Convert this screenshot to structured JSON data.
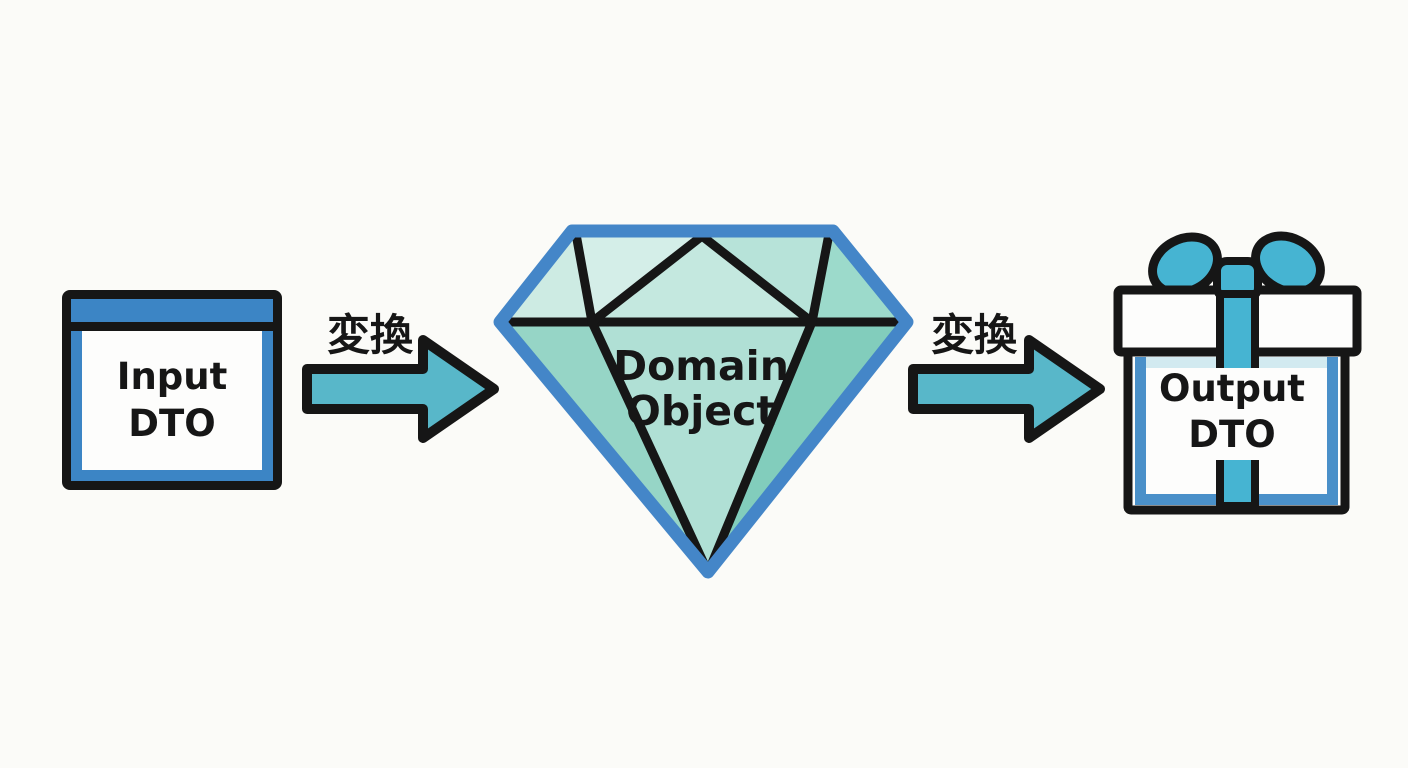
{
  "diagram": {
    "title_implied": "DTO to Domain Object transformation flow",
    "input_dto": {
      "line1": "Input",
      "line2": "DTO"
    },
    "transform_left": {
      "label": "変換"
    },
    "domain_object": {
      "line1": "Domain",
      "line2": "Object"
    },
    "transform_right": {
      "label": "変換"
    },
    "output_dto": {
      "line1": "Output",
      "line2": "DTO"
    },
    "icons": {
      "input": "window-icon",
      "center": "gem-icon",
      "arrows": "arrow-right-icon",
      "output": "gift-icon"
    },
    "colors": {
      "background": "#fbfbf8",
      "outline_black": "#161616",
      "frame_blue": "#3c85c5",
      "diamond_border_blue": "#4486c8",
      "diamond_mint_light": "#d4eee8",
      "diamond_mint_dark": "#82cdbc",
      "arrow_teal": "#58b7c9",
      "ribbon_cyan": "#46b4d2",
      "gift_pale_strip": "#d2eaf0",
      "white": "#fdfdfc"
    }
  }
}
